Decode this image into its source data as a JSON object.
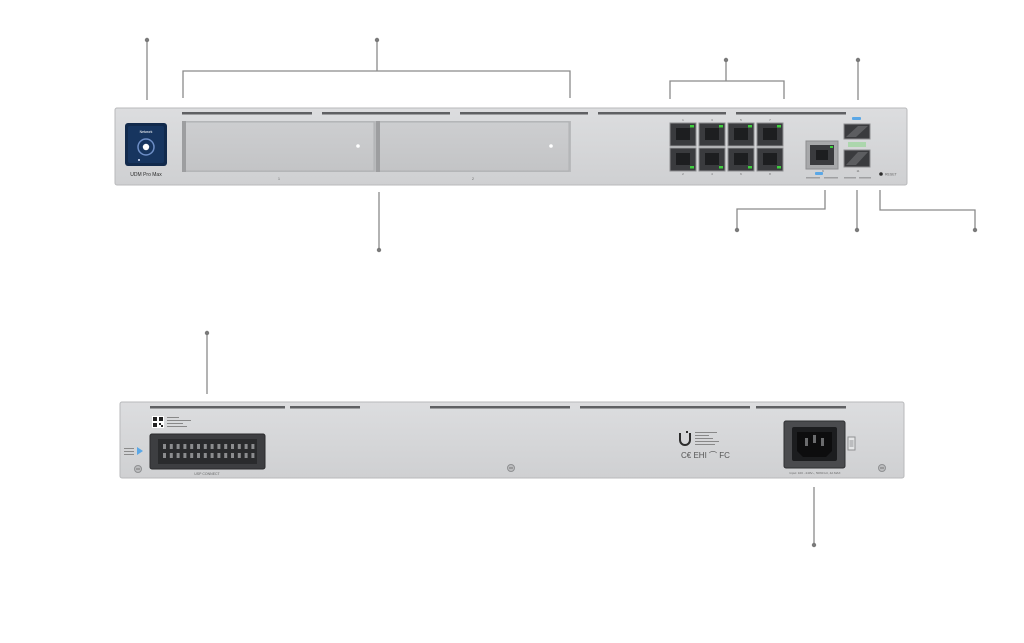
{
  "front_panel": {
    "screen_text": "Network",
    "model_label": "UDM Pro Max",
    "drive_bays": [
      {
        "label": "1"
      },
      {
        "label": "2"
      }
    ],
    "lan_ports_top_labels": [
      "1",
      "3",
      "5",
      "7"
    ],
    "lan_ports_bottom_labels": [
      "2",
      "4",
      "6",
      "8"
    ],
    "wan_label": "9",
    "sfp_label": "11",
    "reset_label": "RESET"
  },
  "rear_panel": {
    "usp_connector_label": "USP CONNECT",
    "regulatory_marks": "C€ EHI ⌒ FC",
    "power_rating": "Input: 100 - 240V~, 50/60 Hz, 4A MAX"
  },
  "colors": {
    "chassis": "#d4d5d7",
    "drive_bay": "#c9cacc",
    "screen": "#17355f",
    "port_led": "#3fd03f",
    "callout": "#8a8a8a"
  }
}
